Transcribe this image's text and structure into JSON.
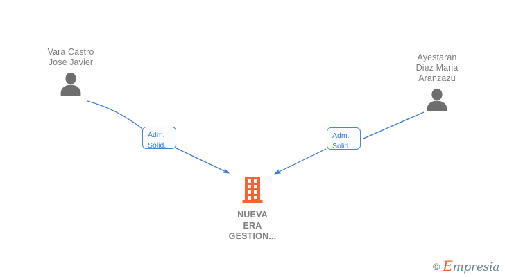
{
  "diagram": {
    "type": "company-relationship-graph",
    "background_color": "#ffffff",
    "accent_company_color": "#f96332",
    "accent_edge_color": "#4a86d8",
    "person_icon_color": "#6e6e6e",
    "label_text_color": "#7d7d7d"
  },
  "people": [
    {
      "id": "person-left",
      "name": "Vara Castro\nJose Javier",
      "icon": "person-icon"
    },
    {
      "id": "person-right",
      "name": "Ayestaran\nDiez Maria\nAranzazu",
      "icon": "person-icon"
    }
  ],
  "company": {
    "id": "company-center",
    "name": "NUEVA\nERA\nGESTION...",
    "icon": "building-icon"
  },
  "edges": [
    {
      "id": "edge-left",
      "from": "person-left",
      "to": "company-center",
      "label": "Adm.\nSolid.",
      "direction": "to-company"
    },
    {
      "id": "edge-right",
      "from": "person-right",
      "to": "company-center",
      "label": "Adm.\nSolid.",
      "direction": "to-company"
    }
  ],
  "watermark": {
    "copyright": "©",
    "brand_initial": "E",
    "brand_rest": "mpresia"
  }
}
